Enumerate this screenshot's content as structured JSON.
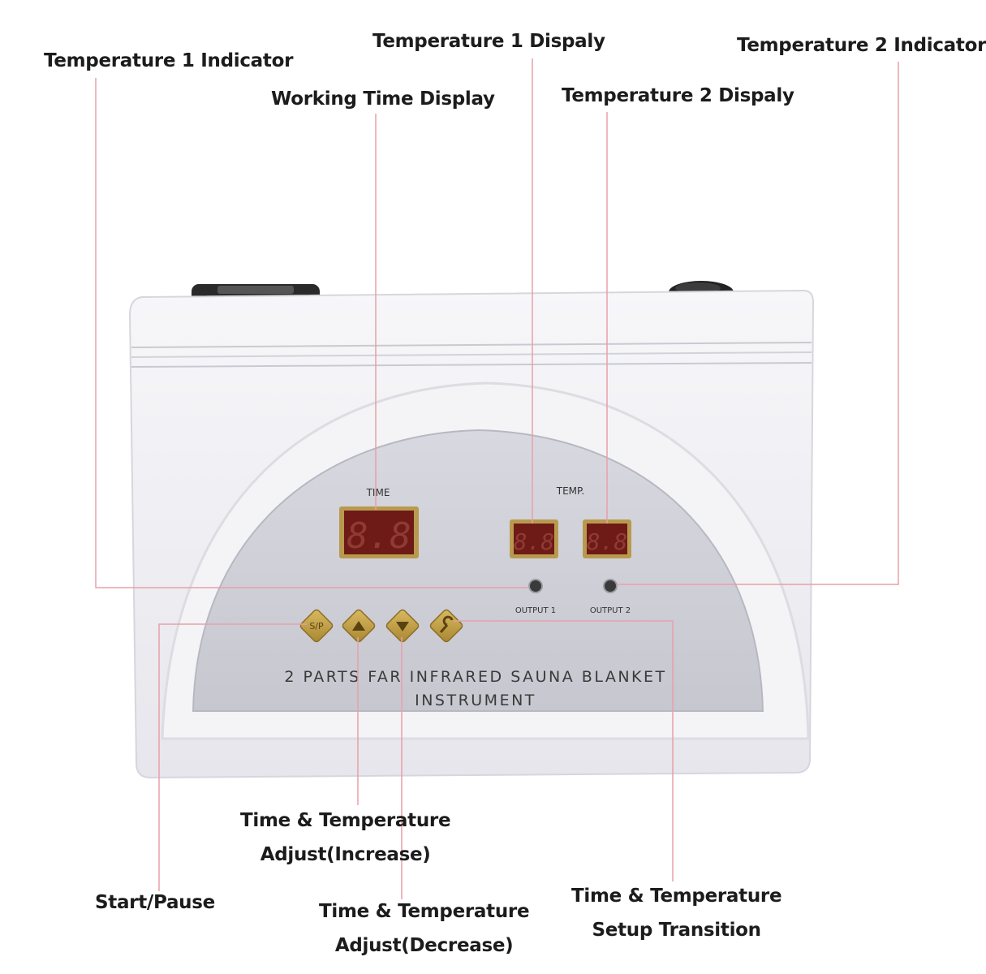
{
  "callouts": {
    "temp1_indicator": "Temperature 1 Indicator",
    "temp1_display": "Temperature 1 Dispaly",
    "temp2_indicator": "Temperature 2 Indicator",
    "working_time": "Working Time Display",
    "temp2_display": "Temperature 2 Dispaly",
    "increase_line1": "Time & Temperature",
    "increase_line2": "Adjust(Increase)",
    "start_pause": "Start/Pause",
    "decrease_line1": "Time & Temperature",
    "decrease_line2": "Adjust(Decrease)",
    "setup_line1": "Time & Temperature",
    "setup_line2": "Setup Transition"
  },
  "panel": {
    "time_label": "TIME",
    "temp_label": "TEMP.",
    "output1": "OUTPUT 1",
    "output2": "OUTPUT 2",
    "sp_button": "S/P",
    "title_line1": "2 PARTS FAR INFRARED SAUNA BLANKET",
    "title_line2": "INSTRUMENT"
  },
  "colors": {
    "leader_line": "#e8a0a8",
    "body": "#f1f1f4",
    "panel": "#cdcdd6",
    "button": "#c4a24a",
    "display_bg": "#6e1a16",
    "display_frame": "#b89a4e"
  }
}
